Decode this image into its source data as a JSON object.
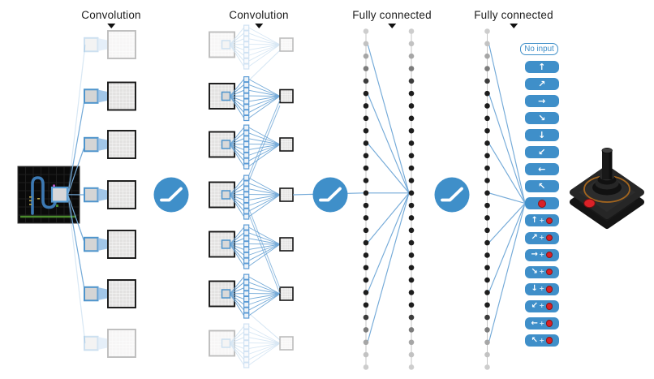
{
  "figure": {
    "description": "Deep Q-network architecture diagram: Atari game screen input, two convolution layers with ReLU activations, two fully connected layers, and joystick action outputs"
  },
  "labels": [
    "Convolution",
    "Convolution",
    "Fully connected",
    "Fully connected"
  ],
  "colors": {
    "accent_blue": "#3f8fc9",
    "line_blue": "#74aad8",
    "beam_blue": "#8ab8e2",
    "red": "#da2127",
    "map_border": "#161616",
    "dot_black": "#1d1d1d",
    "screen_bg": "#0a0a0a",
    "screen_path_blue": "#3c79b3",
    "screen_ground_green": "#4a8a2d",
    "screen_score_yellow": "#bba74e",
    "screen_magenta": "#b84fb8",
    "joystick_orange": "#a4661f"
  },
  "actions": [
    {
      "name": "no-input",
      "type": "outline",
      "label": "No input"
    },
    {
      "name": "up",
      "type": "dir",
      "glyph": "↑"
    },
    {
      "name": "up-right",
      "type": "dir",
      "glyph": "↗"
    },
    {
      "name": "right",
      "type": "dir",
      "glyph": "→"
    },
    {
      "name": "down-right",
      "type": "dir",
      "glyph": "↘"
    },
    {
      "name": "down",
      "type": "dir",
      "glyph": "↓"
    },
    {
      "name": "down-left",
      "type": "dir",
      "glyph": "↙"
    },
    {
      "name": "left",
      "type": "dir",
      "glyph": "←"
    },
    {
      "name": "up-left",
      "type": "dir",
      "glyph": "↖"
    },
    {
      "name": "fire",
      "type": "fire",
      "glyph": "●"
    },
    {
      "name": "up-fire",
      "type": "combo",
      "glyph": "↑"
    },
    {
      "name": "up-right-fire",
      "type": "combo",
      "glyph": "↗"
    },
    {
      "name": "right-fire",
      "type": "combo",
      "glyph": "→"
    },
    {
      "name": "down-right-fire",
      "type": "combo",
      "glyph": "↘"
    },
    {
      "name": "down-fire",
      "type": "combo",
      "glyph": "↓"
    },
    {
      "name": "down-left-fire",
      "type": "combo",
      "glyph": "↙"
    },
    {
      "name": "left-fire",
      "type": "combo",
      "glyph": "←"
    },
    {
      "name": "up-left-fire",
      "type": "combo",
      "glyph": "↖"
    }
  ],
  "combo_plus": "+"
}
